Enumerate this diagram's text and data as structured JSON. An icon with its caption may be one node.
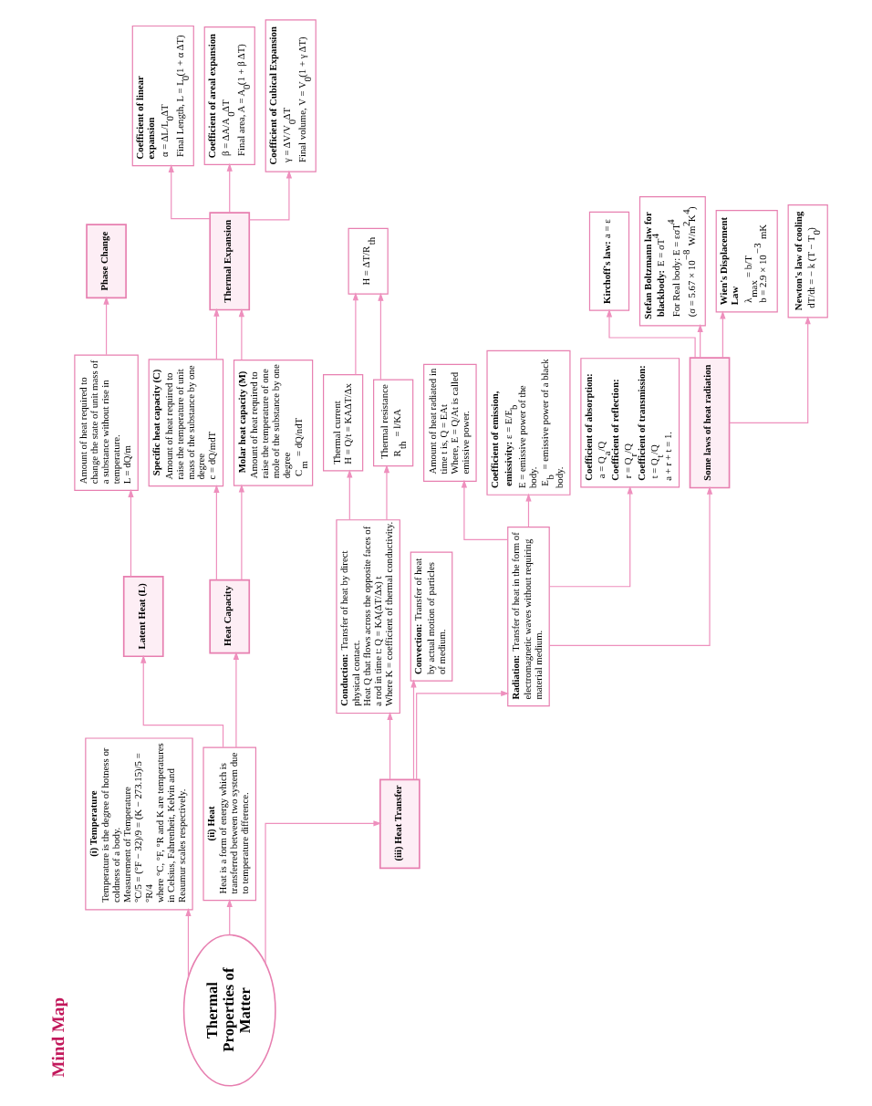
{
  "diagram": {
    "title": "Mind Map",
    "nodes": [
      {
        "text": [
          "Thermal Properties of Matter"
        ]
      },
      {
        "text": [
          "(i) Temperature",
          "Temperature is the degree of hotness or coldness of a body.",
          "Measurement of Temperature",
          "°C/5 = (°F − 32)/9 = (K − 273.15)/5 = °R/4",
          "where °C, °F, °R and K are temperatures in Celsius, Fahrenheit, Kelvin and Reaumur scales respectively."
        ]
      },
      {
        "text": [
          "(ii) Heat",
          "Heat is a form of energy which is transferred between two system due to temperature difference."
        ]
      },
      {
        "text": [
          "Latent Heat (L)"
        ]
      },
      {
        "text": [
          "Amount of heat required to change the state of unit mass of a substance without rise in temperature.",
          "L = dQ/m"
        ]
      },
      {
        "text": [
          "Phase Change"
        ]
      },
      {
        "text": [
          "Heat Capacity"
        ]
      },
      {
        "text": [
          "Specific heat capacity (C)",
          "Amount of heat required to raise the temperature of unit mass of the substance by one degree",
          "c = dQ/mdT"
        ]
      },
      {
        "text": [
          "Molar heat capacity (M)",
          "Amount of heat required to raise the temperature of one mole of the substance by one degree",
          "C$_{m}$ = dQ/ndT"
        ]
      },
      {
        "text": [
          "Thermal Expansion"
        ]
      },
      {
        "text": [
          "Coefficient of linear expansion",
          "α = ΔL/L$_{0}$ΔT",
          "Final Length, L = L$_{0}$(1 + α ΔT)"
        ]
      },
      {
        "text": [
          "Coefficient of areal expansion",
          "β = ΔA/A$_{0}$ΔT",
          "Final area, A = A$_{0}$(1 + β ΔT)"
        ]
      },
      {
        "text": [
          "Coefficient of Cubical Expansion",
          "γ = ΔV/V$_{0}$ΔT",
          "Final volume, V = V$_{0}$(1 + γ ΔT)"
        ]
      },
      {
        "text": [
          "(iii) Heat Transfer"
        ]
      },
      {
        "text": [
          "**Conduction:** Transfer of heat by direct physical contact.",
          "Heat Q that flows across the opposite faces of a rod in time t: Q = KA(ΔT/Δx) t",
          "Where K = coefficient of thermal conductivity."
        ]
      },
      {
        "text": [
          "Thermal current",
          "H = Q/t = KAΔT/Δx"
        ]
      },
      {
        "text": [
          "Thermal resistance",
          "R$_{th}$ = l/KA"
        ]
      },
      {
        "text": [
          "H = ΔT/R$_{th}$"
        ]
      },
      {
        "text": [
          "**Convection:** Transfer of heat by actual motion of particles of medium."
        ]
      },
      {
        "text": [
          "**Radiation:** Transfer of heat in the form of electromagnetic waves without requiring material medium."
        ]
      },
      {
        "text": [
          "Amount of heat radiated in time t is, Q = EAt",
          "Where, E = Q/At is called emissive power."
        ]
      },
      {
        "text": [
          "**Coefficient of emission, emissivity:** ε = E/E$_{b}$",
          "E = emissive power of the body.",
          "E$_{b}$ = emissive power of a black body."
        ]
      },
      {
        "text": [
          "Coefficient of absorption:",
          "a = Q$_{a}$/Q",
          "Coefficient of reflection:",
          "r = Q$_{r}$/Q",
          "Coefficient of transmission:",
          "t = Q$_{t}$/Q",
          "a + r + t = 1."
        ]
      },
      {
        "text": [
          "Some laws of heat radiation"
        ]
      },
      {
        "text": [
          "**Kirchoff's law:** a = ε"
        ]
      },
      {
        "text": [
          "**Stefan Boltzmann law for blackbody:** E = σT$^{4}$",
          "For Real body: E = εσT$^{4}$",
          "(σ = 5.67 × 10$^{−8}$ W/m$^{2}$K$^{4}$)"
        ]
      },
      {
        "text": [
          "Wien's Displacement Law",
          "λ$_{max}$ = b/T",
          "b = 2.9 × 10$^{−3}$ mK"
        ]
      },
      {
        "text": [
          "Newton's law of cooling",
          "dT/dt = − k (T − T$_{0}$)"
        ]
      }
    ],
    "edges": [
      {
        "from": 0,
        "to": 1,
        "arrow": "to"
      },
      {
        "from": 0,
        "to": 2,
        "arrow": "to"
      },
      {
        "from": 2,
        "to": 3,
        "arrow": "to"
      },
      {
        "from": 3,
        "to": 4,
        "arrow": "to"
      },
      {
        "from": 4,
        "to": 5,
        "arrow": "to"
      },
      {
        "from": 2,
        "to": 6,
        "arrow": "to"
      },
      {
        "from": 6,
        "to": 7,
        "arrow": "to"
      },
      {
        "from": 6,
        "to": 8,
        "arrow": "to"
      },
      {
        "from": 7,
        "to": 9,
        "arrow": "to"
      },
      {
        "from": 8,
        "to": 9,
        "arrow": "to"
      },
      {
        "from": 9,
        "to": 10,
        "arrow": "to"
      },
      {
        "from": 9,
        "to": 11,
        "arrow": "to"
      },
      {
        "from": 9,
        "to": 12,
        "arrow": "to"
      },
      {
        "from": 0,
        "to": 13,
        "arrow": "to"
      },
      {
        "from": 13,
        "to": 14,
        "arrow": "to"
      },
      {
        "from": 14,
        "to": 15,
        "arrow": "to"
      },
      {
        "from": 14,
        "to": 16,
        "arrow": "to"
      },
      {
        "from": 15,
        "to": 17,
        "arrow": "to"
      },
      {
        "from": 16,
        "to": 17,
        "arrow": "to"
      },
      {
        "from": 13,
        "to": 18,
        "arrow": "to"
      },
      {
        "from": 13,
        "to": 19,
        "arrow": "to"
      },
      {
        "from": 19,
        "to": 20,
        "arrow": "to"
      },
      {
        "from": 19,
        "to": 21,
        "arrow": "to"
      },
      {
        "from": 19,
        "to": 22,
        "arrow": "to"
      },
      {
        "from": 19,
        "to": 23,
        "arrow": "to"
      },
      {
        "from": 23,
        "to": 24,
        "arrow": "to"
      },
      {
        "from": 23,
        "to": 25,
        "arrow": "to"
      },
      {
        "from": 23,
        "to": 26,
        "arrow": "to"
      },
      {
        "from": 23,
        "to": 27,
        "arrow": "to"
      }
    ]
  }
}
